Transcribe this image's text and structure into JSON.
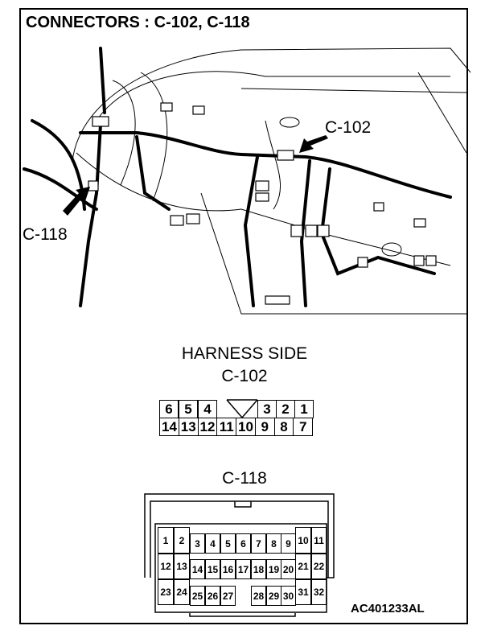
{
  "title": "CONNECTORS : C-102, C-118",
  "callouts": {
    "c102": "C-102",
    "c118": "C-118"
  },
  "harness_side": "HARNESS SIDE",
  "c102": {
    "label": "C-102",
    "top_row": [
      "6",
      "5",
      "4",
      "3",
      "2",
      "1"
    ],
    "bottom_row": [
      "14",
      "13",
      "12",
      "11",
      "10",
      "9",
      "8",
      "7"
    ]
  },
  "c118": {
    "label": "C-118",
    "pins": [
      "1",
      "2",
      "3",
      "4",
      "5",
      "6",
      "7",
      "8",
      "9",
      "10",
      "11",
      "12",
      "13",
      "14",
      "15",
      "16",
      "17",
      "18",
      "19",
      "20",
      "21",
      "22",
      "23",
      "24",
      "25",
      "26",
      "27",
      "28",
      "29",
      "30",
      "31",
      "32"
    ]
  },
  "figure_code": "AC401233AL"
}
